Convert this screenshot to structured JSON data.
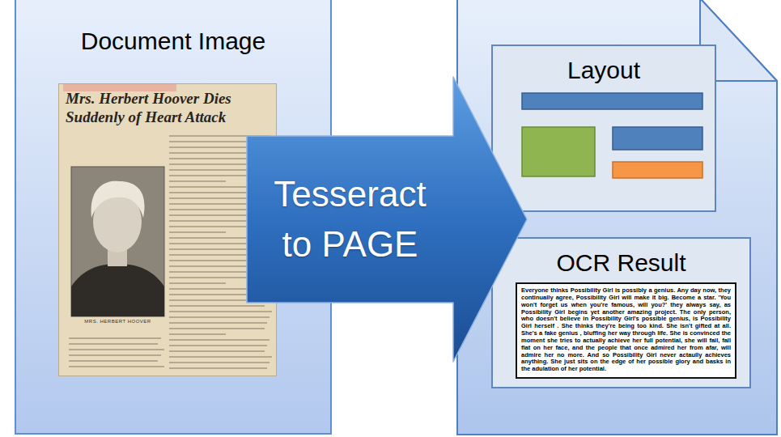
{
  "diagram": {
    "nodes": [
      {
        "text": [
          "Document Image"
        ]
      },
      {
        "text": [
          "Mrs. Herbert Hoover Dies Suddenly of Heart Attack",
          "MRS. HERBERT HOOVER"
        ],
        "in": 0
      },
      {
        "text": [
          "Tesseract to PAGE"
        ]
      },
      {
        "text": [
          "Layout"
        ]
      },
      {
        "text": [
          "OCR Result"
        ]
      },
      {
        "text": [
          "Everyone thinks Possibility Girl is possibly a genius. Any day now, they continually agree, Possibility Girl will make it big. Become a star. 'You won't forget us when you're famous, will you?' they always say, as Possibility Girl begins yet another amazing project. The only person, who doesn't believe in Possibility Girl's possible genius, is Possibility Girl herself . She thinks they're being too kind. She isn't gifted at all. She's a fake genius , bluffing her way through life. She is convinced the moment she tries to actually achieve her full potential, she will fail, fall flat on her face, and the people that once admired her from afar, will admire her no more. And so Possibility Girl never actaully achieves anything. She just sits on the edge of her possible glory and basks in the adulation of her potential."
        ],
        "in": 4
      }
    ]
  }
}
